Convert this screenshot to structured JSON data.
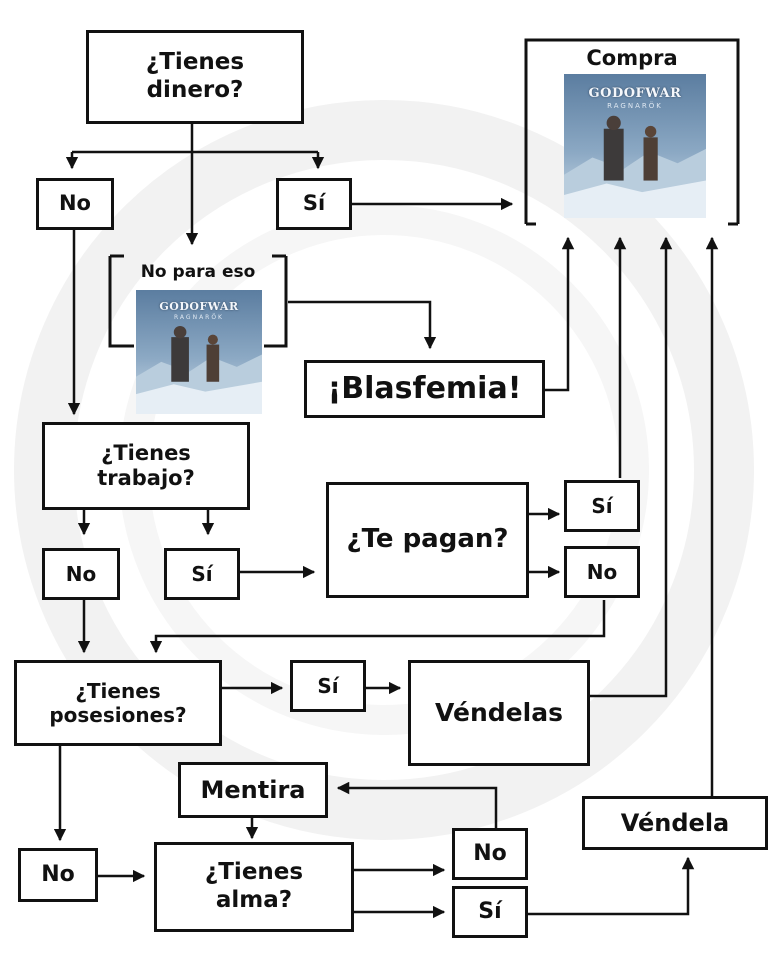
{
  "nodes": {
    "tienes_dinero": "¿Tienes\ndinero?",
    "no_1": "No",
    "si_1": "Sí",
    "no_para_eso": "No para eso",
    "compra": "Compra",
    "blasfemia": "¡Blasfemia!",
    "tienes_trabajo": "¿Tienes\ntrabajo?",
    "no_2": "No",
    "si_2": "Sí",
    "te_pagan": "¿Te pagan?",
    "si_3": "Sí",
    "no_3": "No",
    "tienes_posesiones": "¿Tienes\nposesiones?",
    "si_4": "Sí",
    "vendelas": "Véndelas",
    "mentira": "Mentira",
    "no_4": "No",
    "tienes_alma": "¿Tienes\nalma?",
    "no_5": "No",
    "si_5": "Sí",
    "vendela": "Véndela"
  },
  "cover": {
    "logo_title": "GODOFWAR",
    "logo_subtitle": "RAGNARÖK"
  },
  "colors": {
    "ink": "#111111",
    "watermark": "#f1f1f1",
    "cover_sky": "#6f8fae",
    "cover_ice": "#c9d9e6"
  }
}
